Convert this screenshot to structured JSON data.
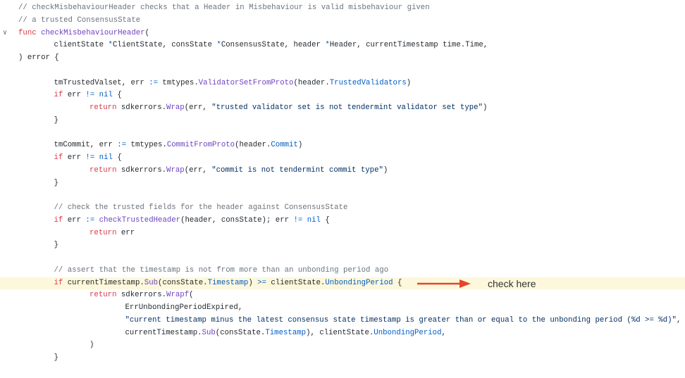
{
  "fold_icon": "chevron-down-icon",
  "annotation": {
    "label": "check here",
    "arrow_color": "#e8442a",
    "highlight_color": "#fdf8dc"
  },
  "highlighted_line": 22,
  "lines": [
    {
      "indent": 0,
      "tokens": [
        [
          "cm",
          "// checkMisbehaviourHeader checks that a Header in Misbehaviour is valid misbehaviour given"
        ]
      ]
    },
    {
      "indent": 0,
      "tokens": [
        [
          "cm",
          "// a trusted ConsensusState"
        ]
      ]
    },
    {
      "indent": 0,
      "fold": true,
      "tokens": [
        [
          "kw",
          "func "
        ],
        [
          "fn",
          "checkMisbehaviourHeader"
        ],
        [
          "pl",
          "("
        ]
      ]
    },
    {
      "indent": 1,
      "tokens": [
        [
          "pl",
          "clientState "
        ],
        [
          "op",
          "*"
        ],
        [
          "pl",
          "ClientState, consState "
        ],
        [
          "op",
          "*"
        ],
        [
          "pl",
          "ConsensusState, header "
        ],
        [
          "op",
          "*"
        ],
        [
          "pl",
          "Header, currentTimestamp time.Time,"
        ]
      ]
    },
    {
      "indent": 0,
      "tokens": [
        [
          "pl",
          ") error {"
        ]
      ]
    },
    {
      "indent": 0,
      "tokens": []
    },
    {
      "indent": 1,
      "tokens": [
        [
          "pl",
          "tmTrustedValset, err "
        ],
        [
          "op",
          ":="
        ],
        [
          "pl",
          " tmtypes."
        ],
        [
          "fn",
          "ValidatorSetFromProto"
        ],
        [
          "pl",
          "(header."
        ],
        [
          "fd",
          "TrustedValidators"
        ],
        [
          "pl",
          ")"
        ]
      ]
    },
    {
      "indent": 1,
      "tokens": [
        [
          "kw",
          "if"
        ],
        [
          "pl",
          " err "
        ],
        [
          "op",
          "!="
        ],
        [
          "pl",
          " "
        ],
        [
          "fd",
          "nil"
        ],
        [
          "pl",
          " {"
        ]
      ]
    },
    {
      "indent": 2,
      "tokens": [
        [
          "kw",
          "return"
        ],
        [
          "pl",
          " sdkerrors."
        ],
        [
          "fn",
          "Wrap"
        ],
        [
          "pl",
          "(err, "
        ],
        [
          "st",
          "\"trusted validator set is not tendermint validator set type\""
        ],
        [
          "pl",
          ")"
        ]
      ]
    },
    {
      "indent": 1,
      "tokens": [
        [
          "pl",
          "}"
        ]
      ]
    },
    {
      "indent": 0,
      "tokens": []
    },
    {
      "indent": 1,
      "tokens": [
        [
          "pl",
          "tmCommit, err "
        ],
        [
          "op",
          ":="
        ],
        [
          "pl",
          " tmtypes."
        ],
        [
          "fn",
          "CommitFromProto"
        ],
        [
          "pl",
          "(header."
        ],
        [
          "fd",
          "Commit"
        ],
        [
          "pl",
          ")"
        ]
      ]
    },
    {
      "indent": 1,
      "tokens": [
        [
          "kw",
          "if"
        ],
        [
          "pl",
          " err "
        ],
        [
          "op",
          "!="
        ],
        [
          "pl",
          " "
        ],
        [
          "fd",
          "nil"
        ],
        [
          "pl",
          " {"
        ]
      ]
    },
    {
      "indent": 2,
      "tokens": [
        [
          "kw",
          "return"
        ],
        [
          "pl",
          " sdkerrors."
        ],
        [
          "fn",
          "Wrap"
        ],
        [
          "pl",
          "(err, "
        ],
        [
          "st",
          "\"commit is not tendermint commit type\""
        ],
        [
          "pl",
          ")"
        ]
      ]
    },
    {
      "indent": 1,
      "tokens": [
        [
          "pl",
          "}"
        ]
      ]
    },
    {
      "indent": 0,
      "tokens": []
    },
    {
      "indent": 1,
      "tokens": [
        [
          "cm",
          "// check the trusted fields for the header against ConsensusState"
        ]
      ]
    },
    {
      "indent": 1,
      "tokens": [
        [
          "kw",
          "if"
        ],
        [
          "pl",
          " err "
        ],
        [
          "op",
          ":="
        ],
        [
          "pl",
          " "
        ],
        [
          "fn",
          "checkTrustedHeader"
        ],
        [
          "pl",
          "(header, consState); err "
        ],
        [
          "op",
          "!="
        ],
        [
          "pl",
          " "
        ],
        [
          "fd",
          "nil"
        ],
        [
          "pl",
          " {"
        ]
      ]
    },
    {
      "indent": 2,
      "tokens": [
        [
          "kw",
          "return"
        ],
        [
          "pl",
          " err"
        ]
      ]
    },
    {
      "indent": 1,
      "tokens": [
        [
          "pl",
          "}"
        ]
      ]
    },
    {
      "indent": 0,
      "tokens": []
    },
    {
      "indent": 1,
      "tokens": [
        [
          "cm",
          "// assert that the timestamp is not from more than an unbonding period ago"
        ]
      ]
    },
    {
      "indent": 1,
      "tokens": [
        [
          "kw",
          "if"
        ],
        [
          "pl",
          " currentTimestamp."
        ],
        [
          "fn",
          "Sub"
        ],
        [
          "pl",
          "(consState."
        ],
        [
          "fd",
          "Timestamp"
        ],
        [
          "pl",
          ") "
        ],
        [
          "op",
          ">="
        ],
        [
          "pl",
          " clientState."
        ],
        [
          "fd",
          "UnbondingPeriod"
        ],
        [
          "pl",
          " {"
        ]
      ]
    },
    {
      "indent": 2,
      "tokens": [
        [
          "kw",
          "return"
        ],
        [
          "pl",
          " sdkerrors."
        ],
        [
          "fn",
          "Wrapf"
        ],
        [
          "pl",
          "("
        ]
      ]
    },
    {
      "indent": 3,
      "tokens": [
        [
          "pl",
          "ErrUnbondingPeriodExpired,"
        ]
      ]
    },
    {
      "indent": 3,
      "tokens": [
        [
          "st",
          "\"current timestamp minus the latest consensus state timestamp is greater than or equal to the unbonding period (%d >= %d)\""
        ],
        [
          "pl",
          ","
        ]
      ]
    },
    {
      "indent": 3,
      "tokens": [
        [
          "pl",
          "currentTimestamp."
        ],
        [
          "fn",
          "Sub"
        ],
        [
          "pl",
          "(consState."
        ],
        [
          "fd",
          "Timestamp"
        ],
        [
          "pl",
          "), clientState."
        ],
        [
          "fd",
          "UnbondingPeriod"
        ],
        [
          "pl",
          ","
        ]
      ]
    },
    {
      "indent": 2,
      "tokens": [
        [
          "pl",
          ")"
        ]
      ]
    },
    {
      "indent": 1,
      "tokens": [
        [
          "pl",
          "}"
        ]
      ]
    }
  ]
}
